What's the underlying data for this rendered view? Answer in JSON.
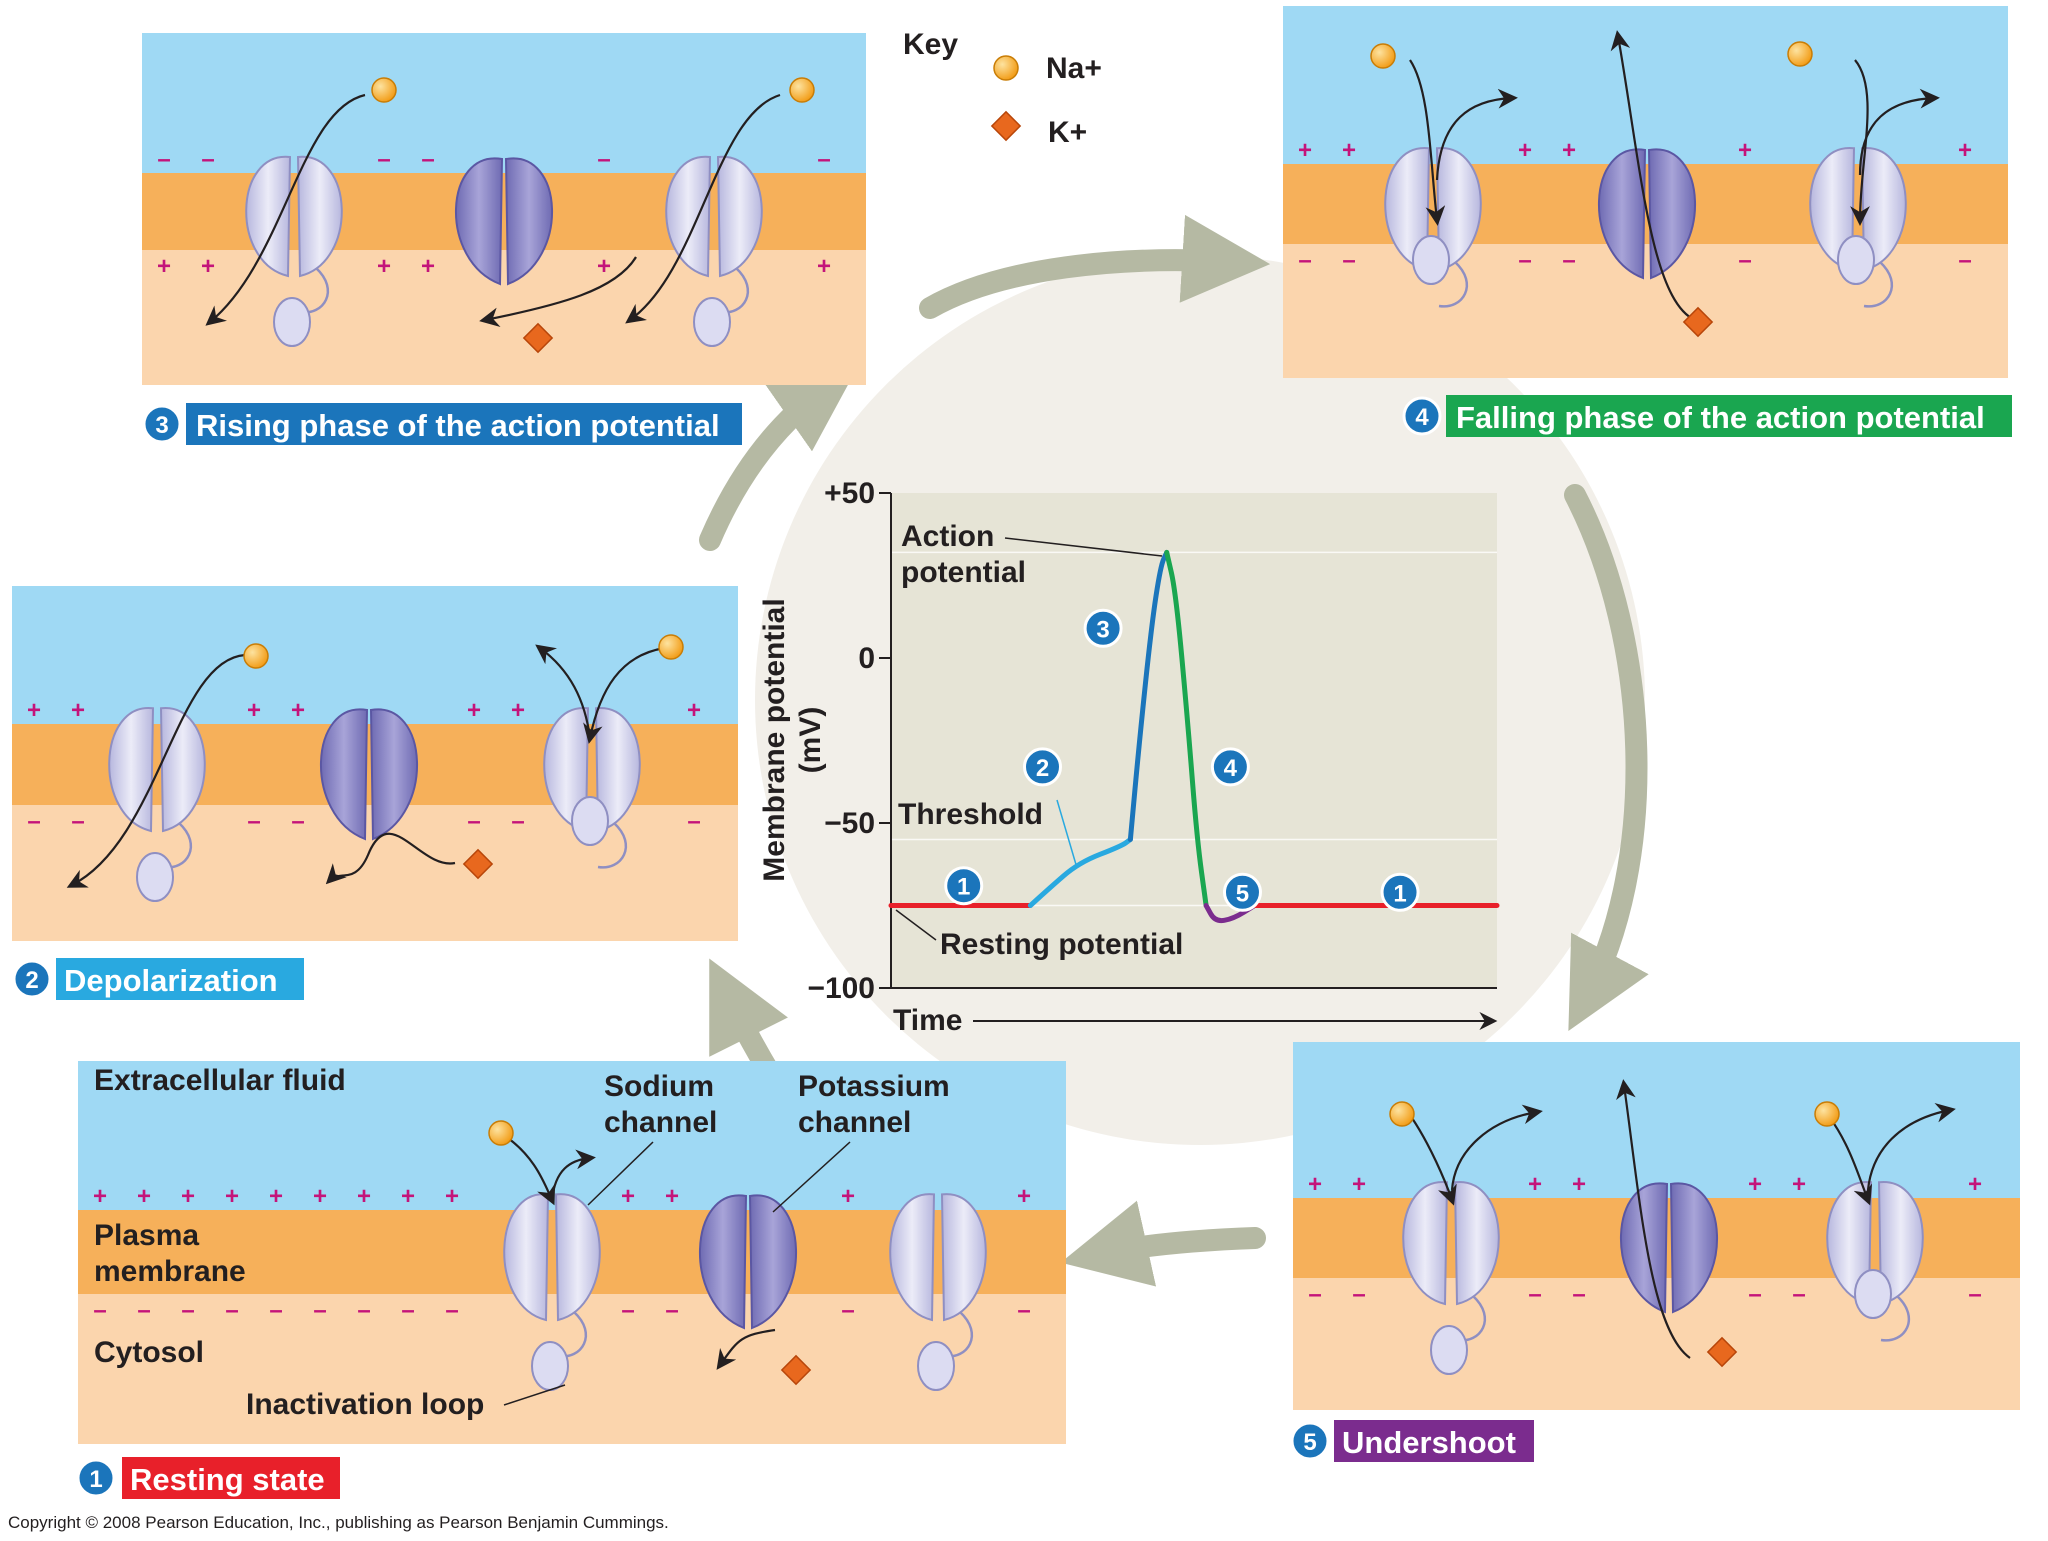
{
  "key": {
    "title": "Key",
    "na": "Na+",
    "k": "K+",
    "na_color": "#f5a623",
    "k_color": "#e8681e"
  },
  "colors": {
    "extracellular": "#9fd9f4",
    "membrane": "#f6b05a",
    "cytosol": "#fbd5ad",
    "sodium_channel": "#c8c8e6",
    "potassium_channel": "#8a86c4",
    "resting": "#e8202a",
    "depolarization": "#29a9e0",
    "rising": "#1b75bb",
    "falling": "#1aa650",
    "undershoot": "#7b2c8e"
  },
  "panels": {
    "resting": {
      "number": "1",
      "title": "Resting state"
    },
    "depolarization": {
      "number": "2",
      "title": "Depolarization"
    },
    "rising": {
      "number": "3",
      "title": "Rising phase of the action potential"
    },
    "falling": {
      "number": "4",
      "title": "Falling phase of the action potential"
    },
    "undershoot": {
      "number": "5",
      "title": "Undershoot"
    }
  },
  "labels": {
    "extracellular_fluid": "Extracellular fluid",
    "plasma_membrane_1": "Plasma",
    "plasma_membrane_2": "membrane",
    "cytosol": "Cytosol",
    "inactivation_loop": "Inactivation loop",
    "sodium_channel_1": "Sodium",
    "sodium_channel_2": "channel",
    "potassium_channel_1": "Potassium",
    "potassium_channel_2": "channel"
  },
  "graph": {
    "ylabel_1": "Membrane potential",
    "ylabel_2": "(mV)",
    "xlabel": "Time",
    "ticks": [
      "+50",
      "0",
      "−50",
      "−100"
    ],
    "action_potential_1": "Action",
    "action_potential_2": "potential",
    "threshold": "Threshold",
    "resting_potential": "Resting potential",
    "markers": [
      "1",
      "2",
      "3",
      "4",
      "5",
      "1"
    ]
  },
  "chart_data": {
    "type": "line",
    "xlabel": "Time",
    "ylabel": "Membrane potential (mV)",
    "ylim": [
      -100,
      50
    ],
    "yticks": [
      50,
      0,
      -50,
      -100
    ],
    "series": [
      {
        "name": "Resting state",
        "color": "#e8202a",
        "points": [
          [
            0,
            -75
          ],
          [
            23,
            -75
          ]
        ]
      },
      {
        "name": "Depolarization",
        "color": "#29a9e0",
        "points": [
          [
            23,
            -75
          ],
          [
            26,
            -70
          ],
          [
            31,
            -62
          ],
          [
            38,
            -57
          ],
          [
            39.5,
            -55
          ]
        ]
      },
      {
        "name": "Rising phase",
        "color": "#1b75bb",
        "points": [
          [
            39.5,
            -55
          ],
          [
            41,
            -25
          ],
          [
            43,
            10
          ],
          [
            44.5,
            28
          ],
          [
            45.5,
            32
          ]
        ]
      },
      {
        "name": "Falling phase",
        "color": "#1aa650",
        "points": [
          [
            45.5,
            32
          ],
          [
            47,
            20
          ],
          [
            49,
            -20
          ],
          [
            50.5,
            -55
          ],
          [
            52,
            -75
          ]
        ]
      },
      {
        "name": "Undershoot",
        "color": "#7b2c8e",
        "points": [
          [
            52,
            -75
          ],
          [
            53.5,
            -80
          ],
          [
            56.5,
            -79
          ],
          [
            60,
            -75
          ]
        ]
      },
      {
        "name": "Resting state",
        "color": "#e8202a",
        "points": [
          [
            60,
            -75
          ],
          [
            100,
            -75
          ]
        ]
      }
    ],
    "annotations": [
      "Action potential",
      "Threshold",
      "Resting potential"
    ]
  },
  "copyright": "Copyright © 2008 Pearson Education, Inc., publishing as Pearson Benjamin Cummings."
}
